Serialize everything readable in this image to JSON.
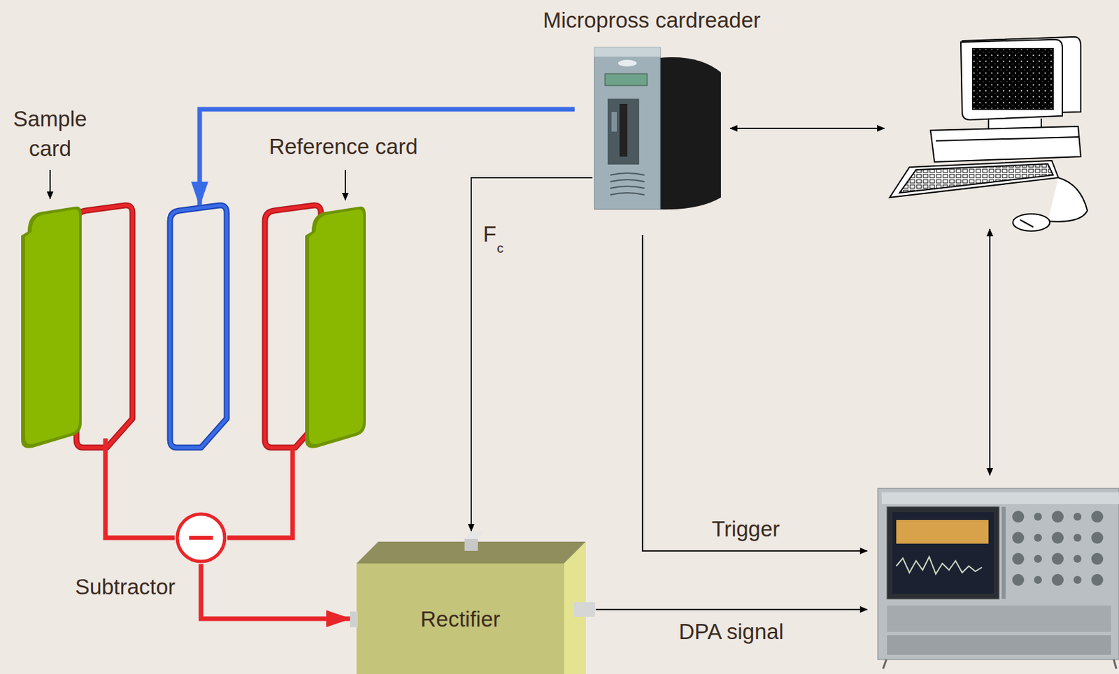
{
  "diagram": {
    "nodes": [
      {
        "text": [
          "Sample card"
        ]
      },
      {
        "text": [
          "Reference card"
        ]
      },
      {
        "text": [
          "Micropross cardreader"
        ]
      },
      {
        "text": [
          "Subtractor"
        ]
      },
      {
        "text": [
          "Rectifier"
        ]
      }
    ],
    "edges": [
      {
        "from": 3,
        "to": 4,
        "arrow": "to"
      },
      {
        "from": 2,
        "to": 4,
        "arrow": "to"
      }
    ],
    "labels": [
      "F",
      "c",
      "Trigger",
      "DPA signal"
    ]
  }
}
